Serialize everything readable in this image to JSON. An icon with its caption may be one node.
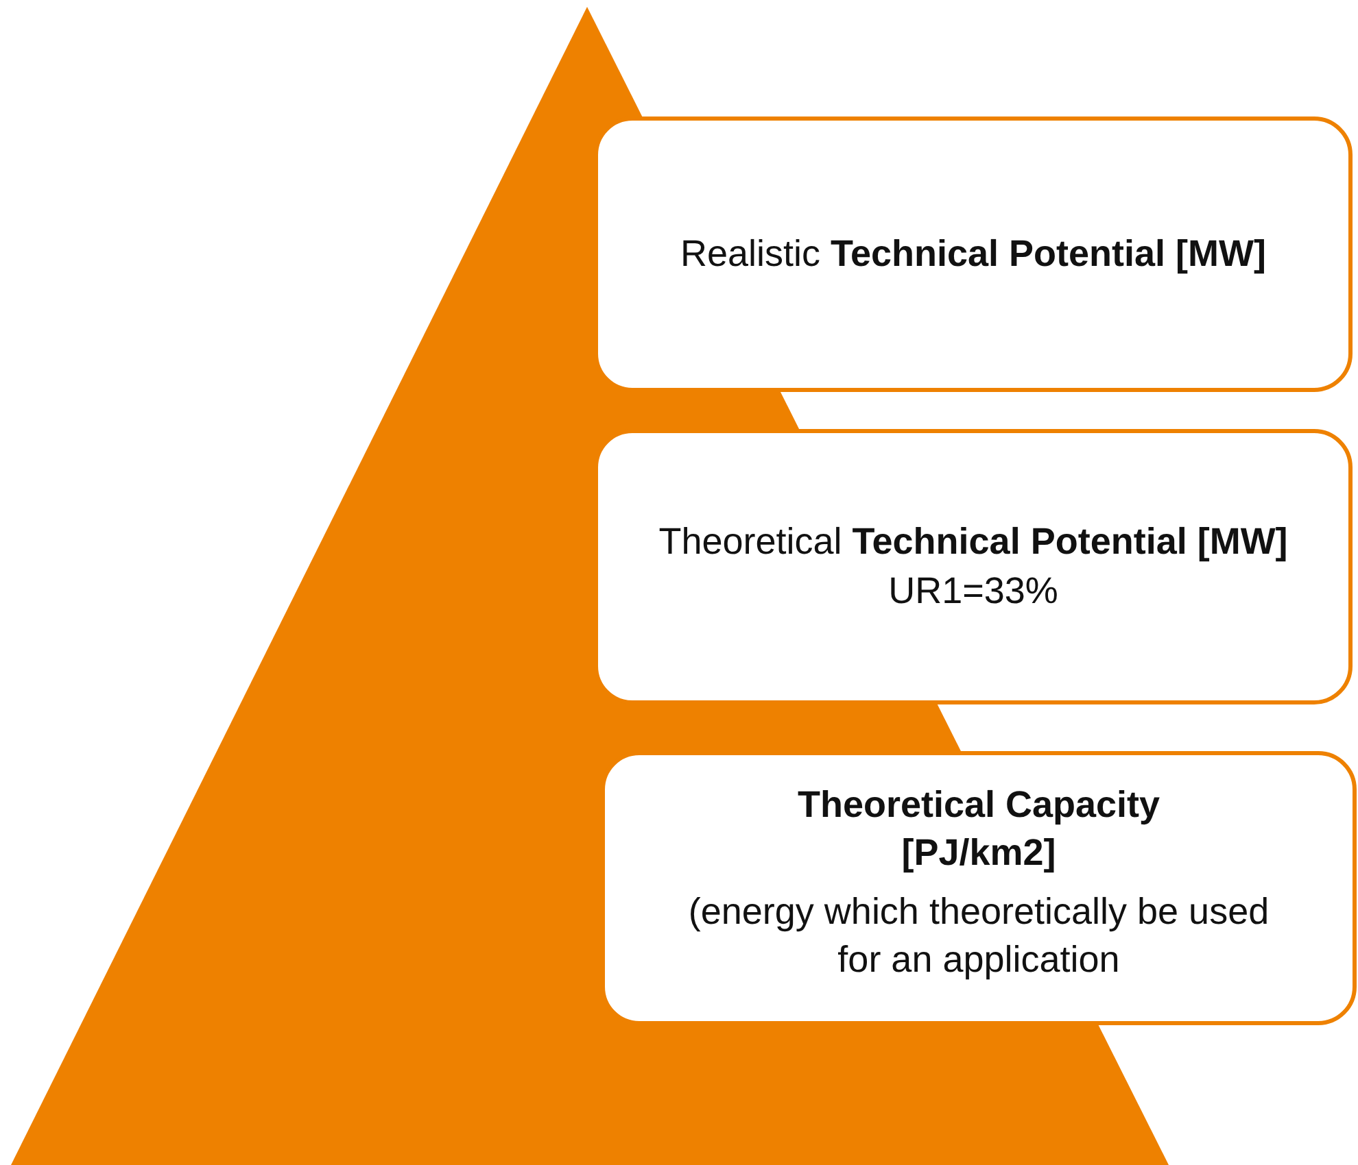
{
  "diagram": {
    "nodes": [
      {
        "text": [
          "Realistic **Technical Potential [MW]**"
        ]
      },
      {
        "text": [
          "Theoretical **Technical Potential [MW]**",
          "UR1=33%"
        ]
      },
      {
        "text": [
          "Theoretical Capacity [PJ/km2]",
          "(energy which theoretically be used for an application"
        ]
      }
    ]
  }
}
